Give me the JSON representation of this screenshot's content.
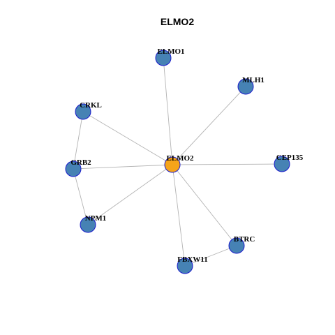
{
  "title": "ELMO2",
  "colors": {
    "center_node": "#F5A41A",
    "neighbor_node": "#4682B4",
    "node_border": "#1A1ACC",
    "edge": "#B3B3B3"
  },
  "nodes": [
    {
      "id": "ELMO2",
      "label": "ELMO2",
      "role": "center"
    },
    {
      "id": "ELMO1",
      "label": "ELMO1",
      "role": "neighbor"
    },
    {
      "id": "MLH1",
      "label": "MLH1",
      "role": "neighbor"
    },
    {
      "id": "CRKL",
      "label": "CRKL",
      "role": "neighbor"
    },
    {
      "id": "GRB2",
      "label": "GRB2",
      "role": "neighbor"
    },
    {
      "id": "CEP135",
      "label": "CEP135",
      "role": "neighbor"
    },
    {
      "id": "NPM1",
      "label": "NPM1",
      "role": "neighbor"
    },
    {
      "id": "BTRC",
      "label": "BTRC",
      "role": "neighbor"
    },
    {
      "id": "FBXW11",
      "label": "FBXW11",
      "role": "neighbor"
    }
  ],
  "edges": [
    [
      "ELMO2",
      "ELMO1"
    ],
    [
      "ELMO2",
      "MLH1"
    ],
    [
      "ELMO2",
      "CRKL"
    ],
    [
      "ELMO2",
      "GRB2"
    ],
    [
      "ELMO2",
      "CEP135"
    ],
    [
      "ELMO2",
      "NPM1"
    ],
    [
      "ELMO2",
      "BTRC"
    ],
    [
      "ELMO2",
      "FBXW11"
    ],
    [
      "CRKL",
      "GRB2"
    ],
    [
      "GRB2",
      "NPM1"
    ],
    [
      "BTRC",
      "FBXW11"
    ]
  ]
}
